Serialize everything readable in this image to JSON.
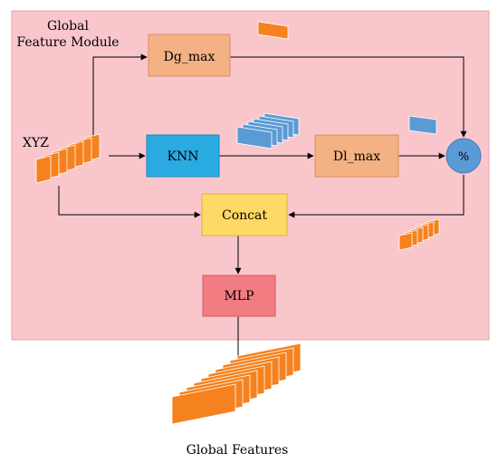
{
  "module": {
    "title_line1": "Global",
    "title_line2": "Feature Module"
  },
  "nodes": {
    "dg_max": "Dg_max",
    "knn": "KNN",
    "dl_max": "Dl_max",
    "percent": "%",
    "concat": "Concat",
    "mlp": "MLP"
  },
  "input_label": "XYZ",
  "output_label": "Global Features",
  "colors": {
    "module_background": "#f9c6cc",
    "dg_max_fill": "#f4b183",
    "dl_max_fill": "#f4b183",
    "knn_fill": "#29abe2",
    "percent_fill": "#5b9bd5",
    "concat_fill": "#ffd966",
    "mlp_fill": "#f17c82",
    "orange_feature": "#f5821f",
    "blue_feature": "#5b9bd5"
  }
}
